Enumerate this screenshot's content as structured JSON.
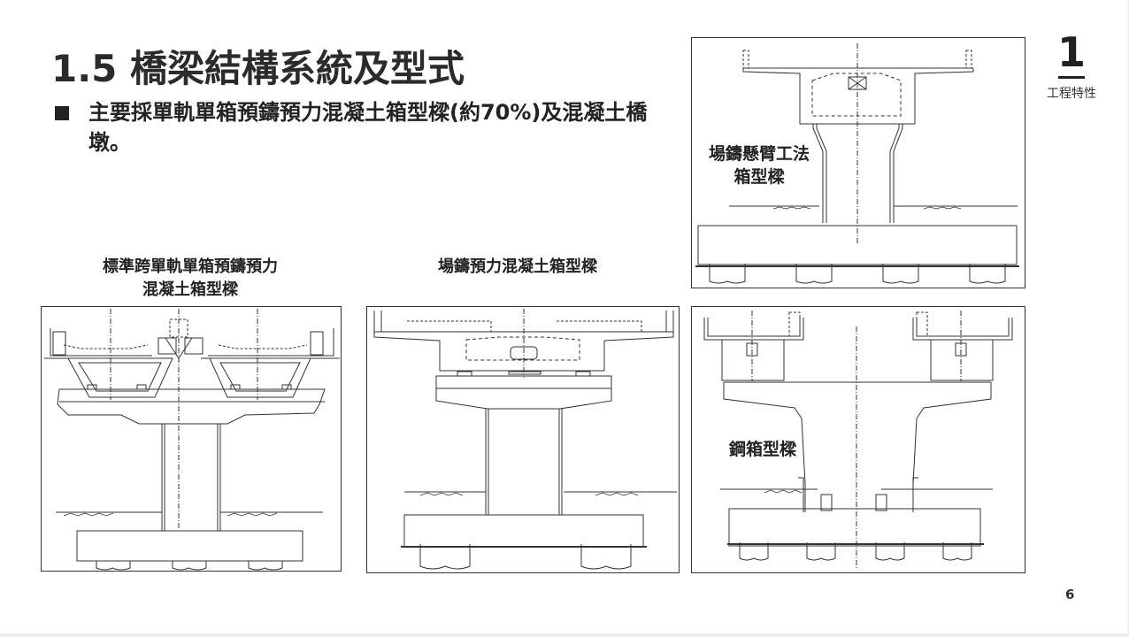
{
  "slide": {
    "title": "1.5 橋梁結構系統及型式",
    "bullet": "主要採單軌單箱預鑄預力混凝土箱型樑(約70%)及混凝土橋墩。",
    "section_number": "1",
    "section_label": "工程特性",
    "page_number": "6"
  },
  "figures": [
    {
      "id": "precast-box",
      "caption_line1": "標準跨單軌單箱預鑄預力",
      "caption_line2": "混凝土箱型樑"
    },
    {
      "id": "cast-in-place-box",
      "caption_line1": "場鑄預力混凝土箱型樑"
    },
    {
      "id": "cantilever-box",
      "label_line1": "場鑄懸臂工法",
      "label_line2": "箱型樑"
    },
    {
      "id": "steel-box",
      "label_line1": "鋼箱型樑"
    }
  ],
  "colors": {
    "text": "#222222",
    "line": "#333333",
    "background": "#ffffff"
  }
}
